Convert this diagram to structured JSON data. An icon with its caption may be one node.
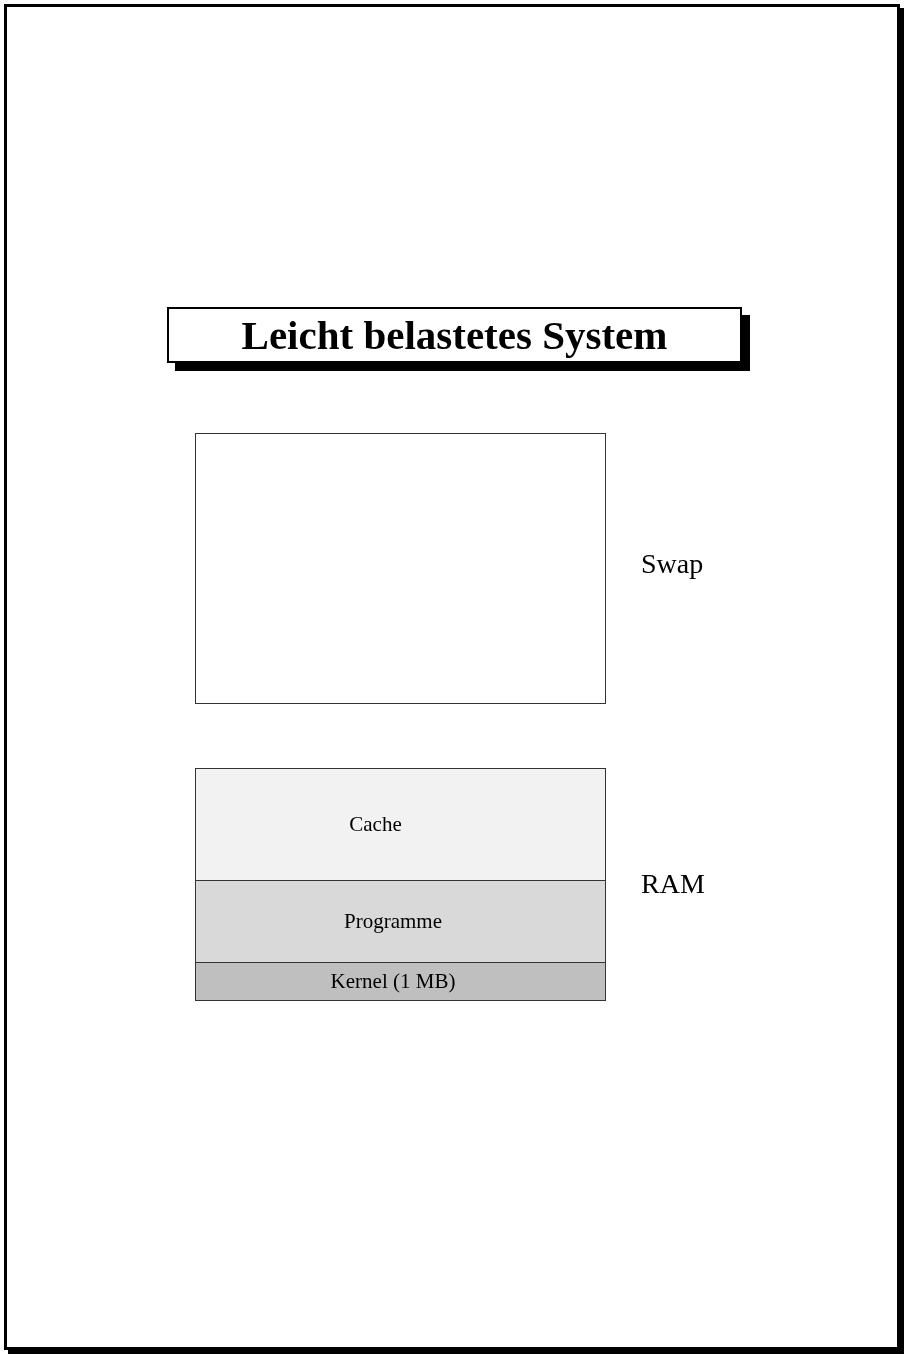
{
  "diagram": {
    "title": "Leicht belastetes System",
    "nodes": [
      {
        "text": [],
        "shape": "box",
        "beside": [
          "Swap"
        ]
      },
      {
        "text": [],
        "shape": "box",
        "beside": [
          "RAM"
        ]
      },
      {
        "text": [
          "Cache"
        ],
        "in": 1
      },
      {
        "text": [
          "Programme"
        ],
        "in": 1
      },
      {
        "text": [
          "Kernel (1 MB)"
        ],
        "in": 1
      }
    ]
  }
}
